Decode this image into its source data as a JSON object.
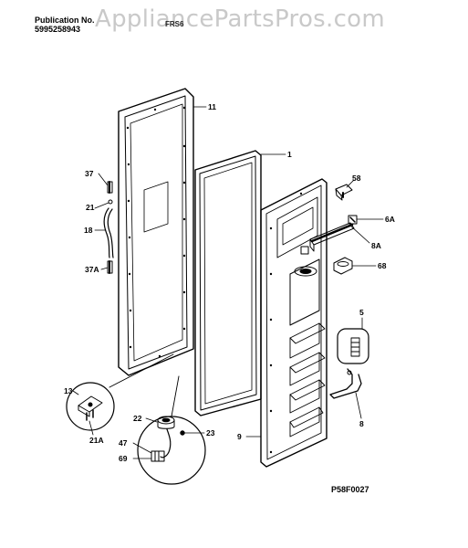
{
  "header": {
    "publication_label": "Publication No.",
    "publication_number": "5995258943",
    "model_code": "FRS6",
    "watermark": "AppliancePartsPros.com"
  },
  "diagram_code": "P58F0027",
  "callouts": {
    "c11": "11",
    "c1": "1",
    "c37": "37",
    "c21": "21",
    "c18": "18",
    "c37a": "37A",
    "c58": "58",
    "c6a": "6A",
    "c8a": "8A",
    "c68": "68",
    "c5": "5",
    "c8": "8",
    "c9": "9",
    "c13": "13",
    "c21a": "21A",
    "c22": "22",
    "c23": "23",
    "c47": "47",
    "c69": "69"
  }
}
